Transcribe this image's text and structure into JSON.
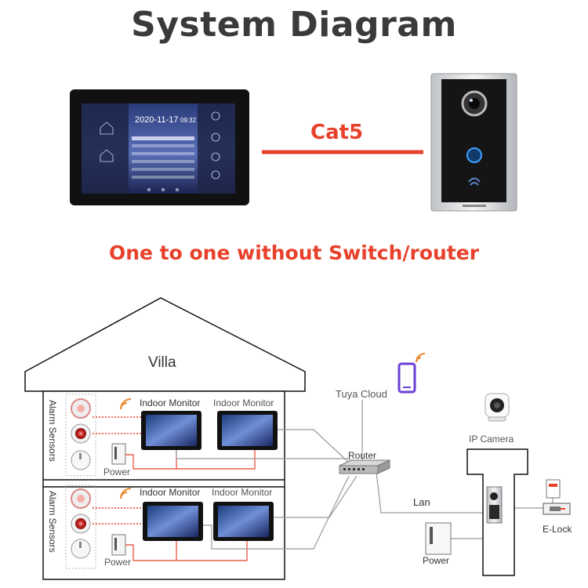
{
  "title": "System Diagram",
  "top_link_label": "Cat5",
  "subtitle": "One to one without Switch/router",
  "monitor_screen": {
    "date": "2020-11-17",
    "time": "09:32"
  },
  "villa": {
    "label": "Villa",
    "floor1": {
      "sensors_label": "Alarm Sensors",
      "monitor1_label": "Indoor Monitor",
      "monitor2_label": "Indoor Monitor",
      "power_label": "Power"
    },
    "floor2": {
      "sensors_label": "Alarm Sensors",
      "monitor1_label": "Indoor Monitor",
      "monitor2_label": "Indoor Monitor",
      "power_label": "Power"
    }
  },
  "network": {
    "cloud_label": "Tuya Cloud",
    "router_label": "Router",
    "lan_label": "Lan"
  },
  "outdoor": {
    "camera_label": "IP Camera",
    "power_label": "Power",
    "elock_label": "E-Lock"
  },
  "colors": {
    "accent_red": "#e8412b",
    "title_gray": "#3a3a3a",
    "wire_gray": "#9a9a9a",
    "phone_purple": "#6b3fd6",
    "wifi_orange": "#e8862b"
  }
}
